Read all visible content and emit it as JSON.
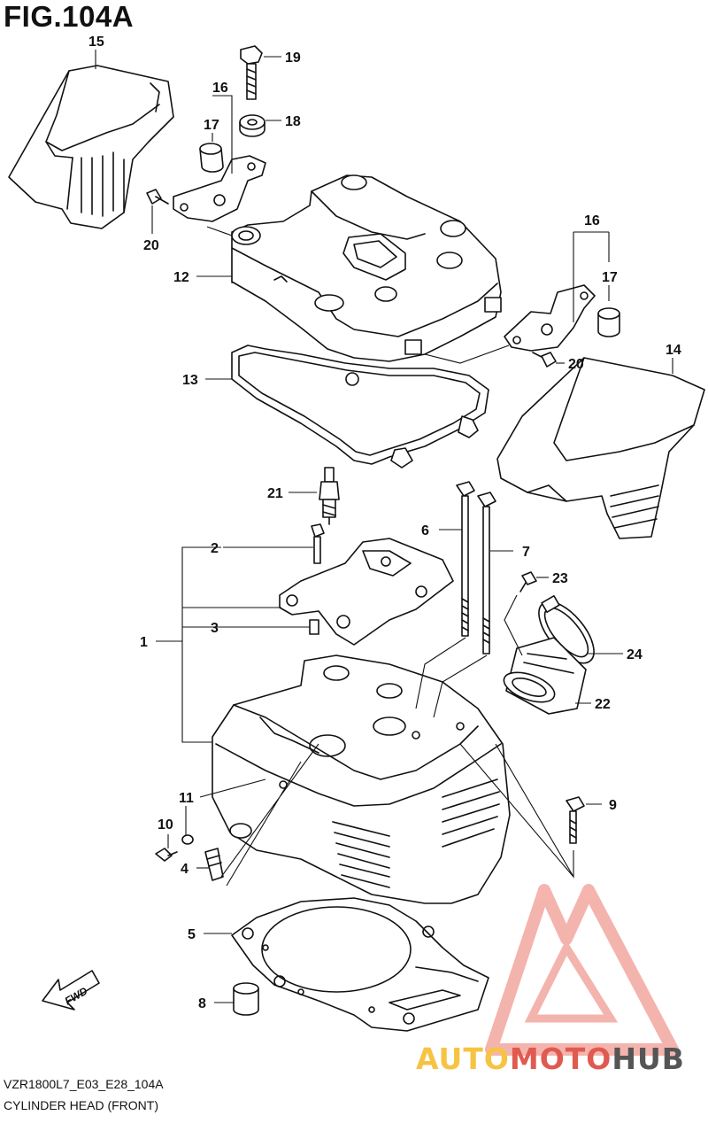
{
  "figure": {
    "title": "FIG.104A",
    "code": "VZR1800L7_E03_E28_104A",
    "name": "CYLINDER HEAD (FRONT)",
    "direction_label": "FWD"
  },
  "watermark": {
    "part1": "AUTO",
    "part2": "MOTO",
    "part3": "HUB",
    "colors": [
      "#f6c343",
      "#e05a50",
      "#555555"
    ]
  },
  "callouts": {
    "c1": "1",
    "c2": "2",
    "c3": "3",
    "c4": "4",
    "c5": "5",
    "c6": "6",
    "c7": "7",
    "c8": "8",
    "c9": "9",
    "c10": "10",
    "c11": "11",
    "c12": "12",
    "c13": "13",
    "c14": "14",
    "c15": "15",
    "c16a": "16",
    "c16b": "16",
    "c17a": "17",
    "c17b": "17",
    "c18": "18",
    "c19": "19",
    "c20a": "20",
    "c20b": "20",
    "c21": "21",
    "c22": "22",
    "c23": "23",
    "c24": "24"
  }
}
